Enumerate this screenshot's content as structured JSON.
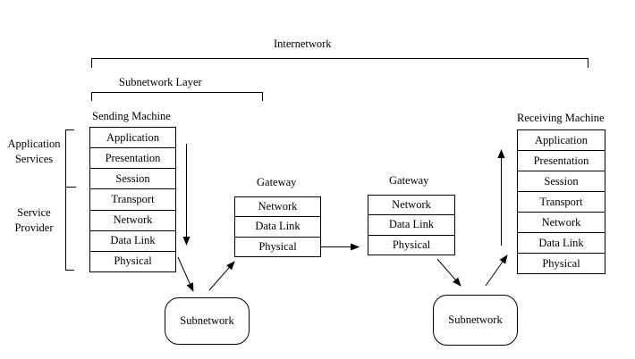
{
  "labels": {
    "internetwork": "Internetwork",
    "subnetwork_layer": "Subnetwork Layer",
    "application_services": [
      "Application",
      "Services"
    ],
    "service_provider": [
      "Service",
      "Provider"
    ]
  },
  "sending": {
    "title": "Sending Machine",
    "layers": [
      "Application",
      "Presentation",
      "Session",
      "Transport",
      "Network",
      "Data Link",
      "Physical"
    ]
  },
  "receiving": {
    "title": "Receiving Machine",
    "layers": [
      "Application",
      "Presentation",
      "Session",
      "Transport",
      "Network",
      "Data Link",
      "Physical"
    ]
  },
  "gateways": [
    {
      "title": "Gateway",
      "layers": [
        "Network",
        "Data Link",
        "Physical"
      ]
    },
    {
      "title": "Gateway",
      "layers": [
        "Network",
        "Data Link",
        "Physical"
      ]
    }
  ],
  "subnetworks": [
    {
      "label": "Subnetwork"
    },
    {
      "label": "Subnetwork"
    }
  ],
  "colors": {
    "line": "#000000",
    "background": "#ffffff",
    "text": "#000000"
  }
}
